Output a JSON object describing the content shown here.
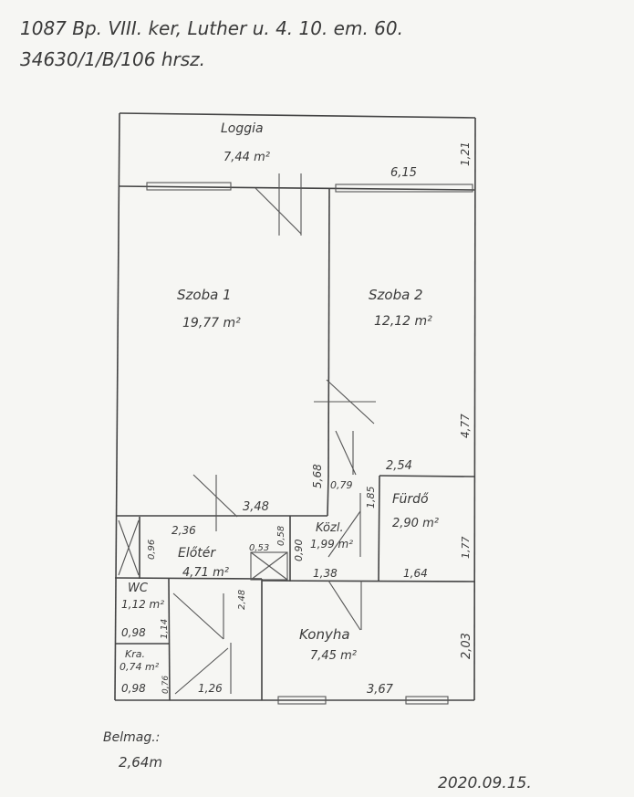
{
  "header": {
    "line1": "1087 Bp. VIII. ker, Luther u. 4. 10. em. 60.",
    "line2": "34630/1/B/106 hrsz."
  },
  "rooms": {
    "loggia": {
      "name": "Loggia",
      "area": "7,44 m²"
    },
    "szoba1": {
      "name": "Szoba 1",
      "area": "19,77 m²"
    },
    "szoba2": {
      "name": "Szoba 2",
      "area": "12,12 m²"
    },
    "furdo": {
      "name": "Fürdő",
      "area": "2,90 m²"
    },
    "kozl": {
      "name": "Közl.",
      "area": "1,99 m²"
    },
    "eloter": {
      "name": "Előtér",
      "area": "4,71 m²"
    },
    "wc": {
      "name": "WC",
      "area": "1,12 m²"
    },
    "kamra": {
      "name": "Kra.",
      "area": "0,74 m²"
    },
    "konyha": {
      "name": "Konyha",
      "area": "7,45 m²"
    }
  },
  "dimensions": {
    "d_615": "6,15",
    "d_121": "1,21",
    "d_477": "4,77",
    "d_254": "2,54",
    "d_568": "5,68",
    "d_079": "0,79",
    "d_185": "1,85",
    "d_348": "3,48",
    "d_236": "2,36",
    "d_096": "0,96",
    "d_058": "0,58",
    "d_053": "0,53",
    "d_090": "0,90",
    "d_177": "1,77",
    "d_138": "1,38",
    "d_164": "1,64",
    "d_248": "2,48",
    "d_114": "1,14",
    "d_098a": "0,98",
    "d_098b": "0,98",
    "d_076": "0,76",
    "d_126": "1,26",
    "d_367": "3,67",
    "d_203": "2,03"
  },
  "footer": {
    "height_label": "Belmag.:",
    "height_value": "2,64m",
    "date": "2020.09.15."
  }
}
